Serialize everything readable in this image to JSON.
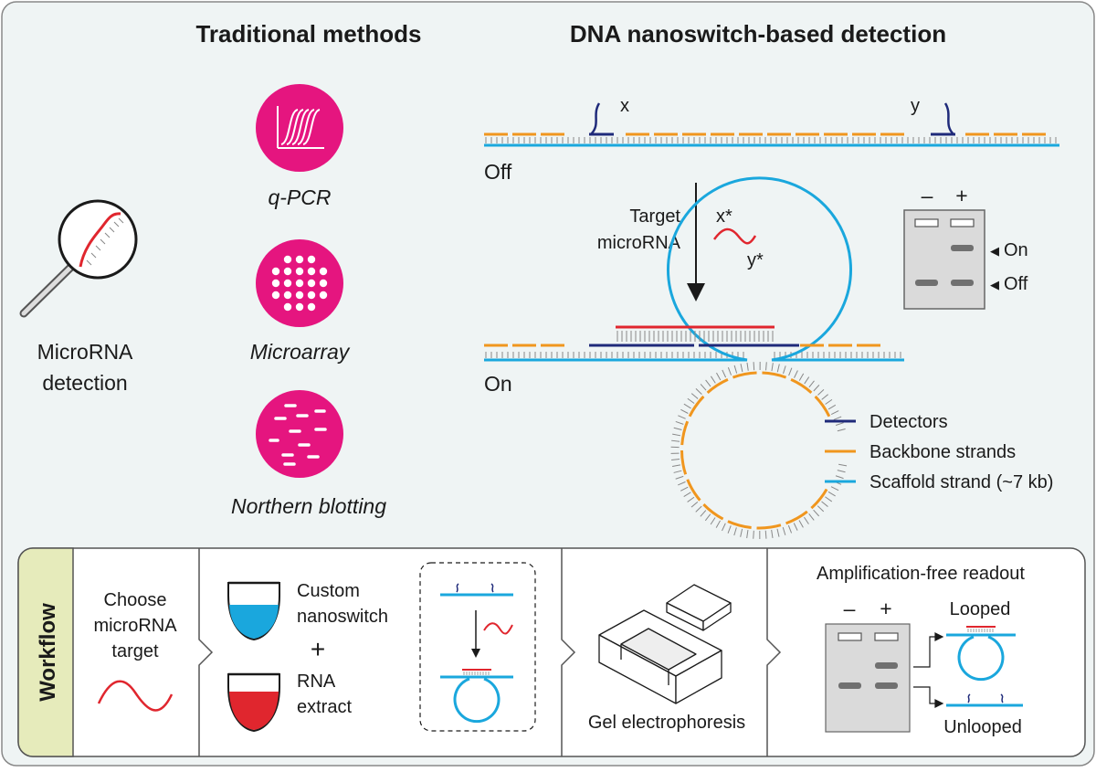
{
  "headings": {
    "traditional": "Traditional methods",
    "nanoswitch": "DNA nanoswitch-based detection"
  },
  "left": {
    "detection_line1": "MicroRNA",
    "detection_line2": "detection"
  },
  "methods": [
    {
      "label": "q-PCR",
      "icon": "qpcr-curves-icon"
    },
    {
      "label": "Microarray",
      "icon": "microarray-dots-icon"
    },
    {
      "label": "Northern blotting",
      "icon": "northern-blot-bands-icon"
    }
  ],
  "nanoswitch": {
    "x_label": "x",
    "y_label": "y",
    "off_label": "Off",
    "on_label": "On",
    "target_line1": "Target",
    "target_line2": "microRNA",
    "xstar": "x*",
    "ystar": "y*",
    "gel": {
      "minus": "–",
      "plus": "+",
      "on_band": "On",
      "off_band": "Off",
      "marker": "◀"
    },
    "legend": [
      {
        "label": "Detectors",
        "color": "#1f2a7a"
      },
      {
        "label": "Backbone strands",
        "color": "#f0961e"
      },
      {
        "label": "Scaffold strand (~7 kb)",
        "color": "#1aa7dd"
      }
    ]
  },
  "workflow": {
    "title": "Workflow",
    "step1_line1": "Choose",
    "step1_line2": "microRNA",
    "step1_line3": "target",
    "custom_line1": "Custom",
    "custom_line2": "nanoswitch",
    "plus": "+",
    "rna_line1": "RNA",
    "rna_line2": "extract",
    "gel_label": "Gel electrophoresis",
    "readout_title": "Amplification-free readout",
    "readout_minus": "–",
    "readout_plus": "+",
    "looped": "Looped",
    "unlooped": "Unlooped"
  },
  "colors": {
    "background": "#eff4f4",
    "magenta": "#e5157f",
    "detector": "#1f2a7a",
    "backbone": "#f0961e",
    "scaffold": "#1aa7dd",
    "microrna": "#e0262e",
    "workflow_tab": "#e6ebbb"
  }
}
